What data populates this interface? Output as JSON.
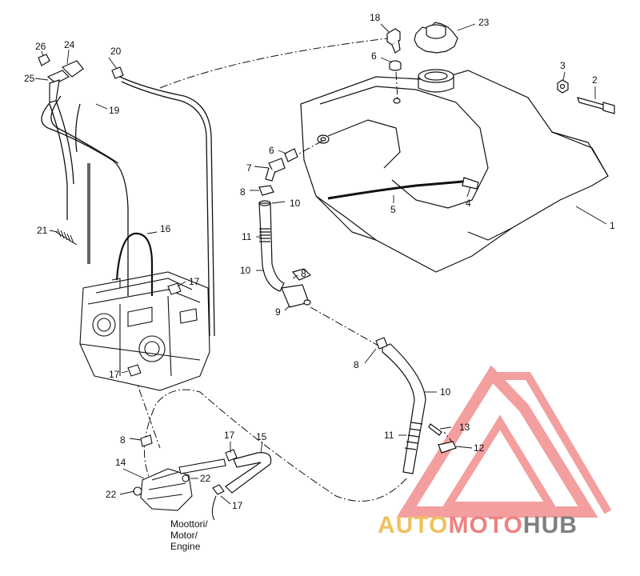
{
  "diagram": {
    "callouts": [
      {
        "id": "c1",
        "text": "1"
      },
      {
        "id": "c2",
        "text": "2"
      },
      {
        "id": "c3",
        "text": "3"
      },
      {
        "id": "c4",
        "text": "4"
      },
      {
        "id": "c5",
        "text": "5"
      },
      {
        "id": "c6a",
        "text": "6"
      },
      {
        "id": "c6b",
        "text": "6"
      },
      {
        "id": "c7",
        "text": "7"
      },
      {
        "id": "c8a",
        "text": "8"
      },
      {
        "id": "c8b",
        "text": "8"
      },
      {
        "id": "c8c",
        "text": "8"
      },
      {
        "id": "c8d",
        "text": "8"
      },
      {
        "id": "c9",
        "text": "9"
      },
      {
        "id": "c10a",
        "text": "10"
      },
      {
        "id": "c10b",
        "text": "10"
      },
      {
        "id": "c10c",
        "text": "10"
      },
      {
        "id": "c11a",
        "text": "11"
      },
      {
        "id": "c11b",
        "text": "11"
      },
      {
        "id": "c12",
        "text": "12"
      },
      {
        "id": "c13",
        "text": "13"
      },
      {
        "id": "c14",
        "text": "14"
      },
      {
        "id": "c15",
        "text": "15"
      },
      {
        "id": "c16",
        "text": "16"
      },
      {
        "id": "c17a",
        "text": "17"
      },
      {
        "id": "c17b",
        "text": "17"
      },
      {
        "id": "c17c",
        "text": "17"
      },
      {
        "id": "c17d",
        "text": "17"
      },
      {
        "id": "c18",
        "text": "18"
      },
      {
        "id": "c19",
        "text": "19"
      },
      {
        "id": "c20",
        "text": "20"
      },
      {
        "id": "c21",
        "text": "21"
      },
      {
        "id": "c22a",
        "text": "22"
      },
      {
        "id": "c22b",
        "text": "22"
      },
      {
        "id": "c23",
        "text": "23"
      },
      {
        "id": "c24",
        "text": "24"
      },
      {
        "id": "c25",
        "text": "25"
      },
      {
        "id": "c26",
        "text": "26"
      }
    ],
    "engine_label": [
      "Moottori/",
      "Motor/",
      "Engine"
    ]
  },
  "watermark": {
    "part1": "AUTO",
    "part2": "MOTO",
    "part3": "HUB",
    "colors": {
      "auto": "#f0c060",
      "moto": "#f08080",
      "hub": "#808080",
      "triangle": "#f08080"
    }
  }
}
